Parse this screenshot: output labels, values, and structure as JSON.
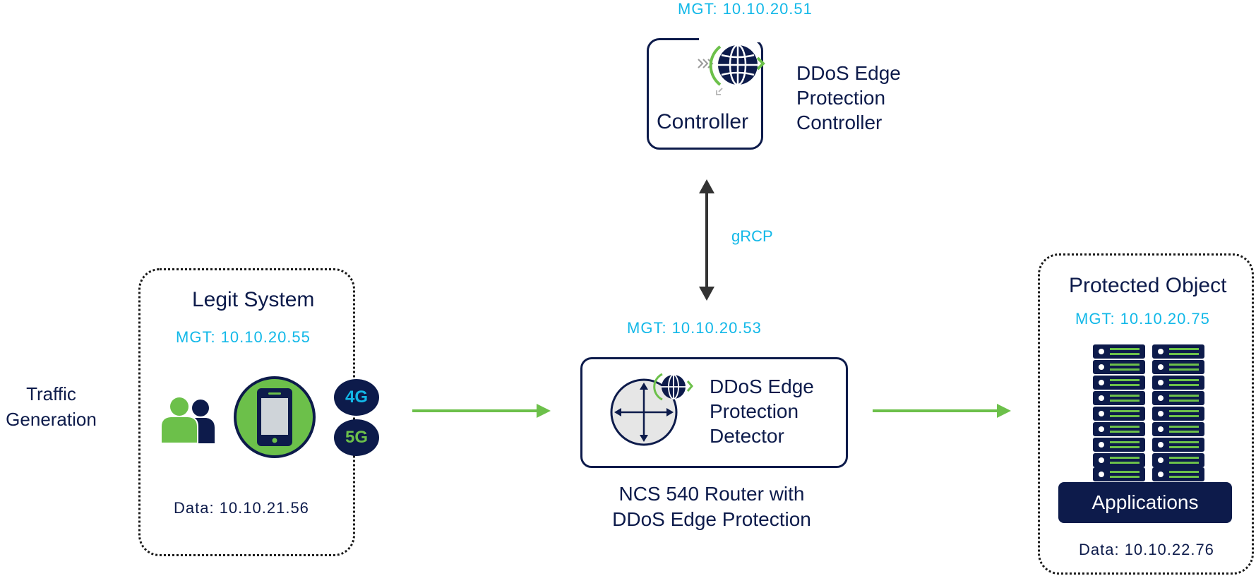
{
  "controller": {
    "mgt": "MGT: 10.10.20.51",
    "box_label": "Controller",
    "title_lines": [
      "DDoS Edge",
      "Protection",
      "Controller"
    ]
  },
  "link": {
    "label": "gRCP"
  },
  "traffic": {
    "lines": [
      "Traffic",
      "Generation"
    ]
  },
  "legit": {
    "title": "Legit System",
    "mgt": "MGT: 10.10.20.55",
    "data": "Data: 10.10.21.56",
    "badges": [
      "4G",
      "5G"
    ]
  },
  "detector": {
    "mgt": "MGT: 10.10.20.53",
    "title_lines": [
      "DDoS Edge",
      "Protection",
      "Detector"
    ],
    "caption_lines": [
      "NCS 540 Router with",
      "DDoS Edge Protection"
    ]
  },
  "protected": {
    "title": "Protected Object",
    "mgt": "MGT: 10.10.20.75",
    "apps_label": "Applications",
    "data": "Data: 10.10.22.76"
  },
  "colors": {
    "navy": "#0d1b4b",
    "cyan": "#12b8e8",
    "green": "#6cc04a",
    "arrow_dark": "#333333"
  },
  "icons": [
    "ddos-globe-icon",
    "users-icon",
    "mobile-phone-icon",
    "router-icon",
    "server-rack-icon"
  ]
}
